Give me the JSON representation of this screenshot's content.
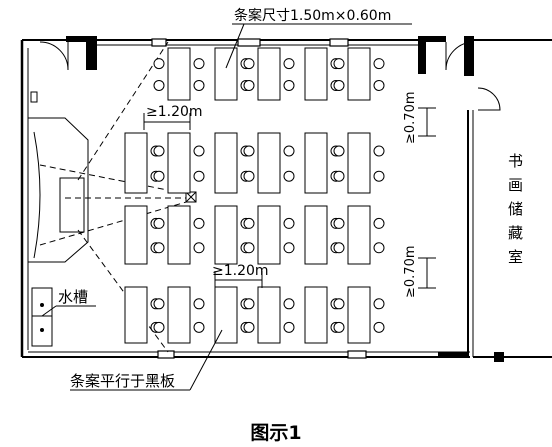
{
  "labels": {
    "table_size": "条案尺寸1.50m×0.60m",
    "gap_h_top": "≥1.20m",
    "gap_v_top": "≥0.70m",
    "gap_h_bottom": "≥1.20m",
    "gap_v_bottom": "≥0.70m",
    "sink": "水槽",
    "parallel": "条案平行于黑板",
    "storage_chars": [
      "书",
      "画",
      "储",
      "藏",
      "室"
    ]
  },
  "caption": "图示1"
}
